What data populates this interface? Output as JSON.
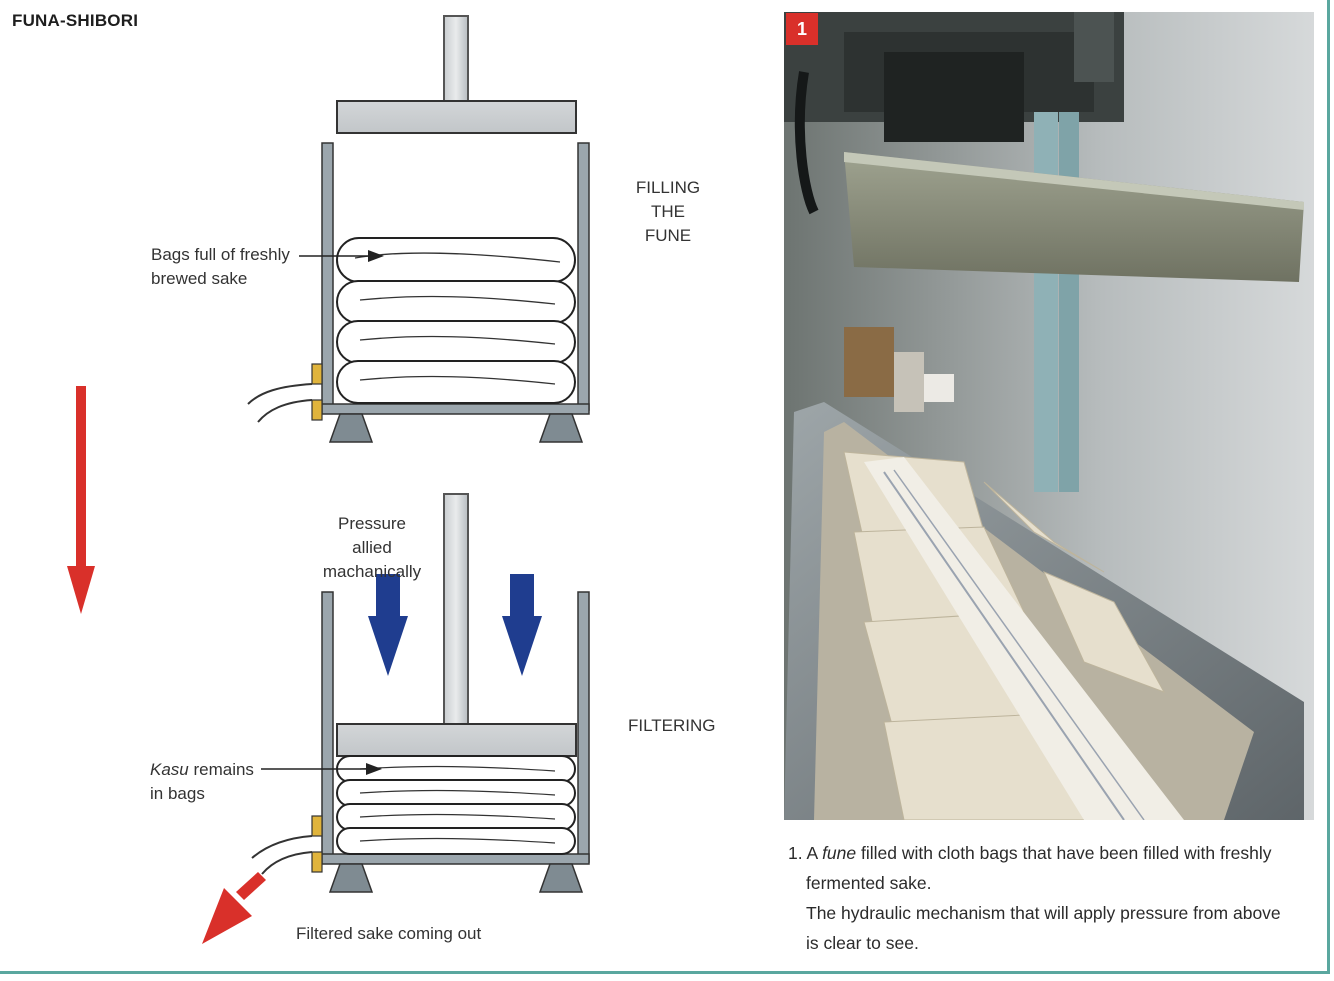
{
  "title": "FUNA-SHIBORI",
  "stages": {
    "filling": "FILLING\nTHE FUNE",
    "filtering": "FILTERING"
  },
  "labels": {
    "bags_full": "Bags full of freshly\nbrewed sake",
    "pressure": "Pressure allied\nmachanically",
    "kasu_word": "Kasu",
    "kasu_rest": " remains",
    "kasu_line2": "in bags",
    "filtered": "Filtered sake coming out"
  },
  "photo": {
    "badge": "1"
  },
  "caption": {
    "number": "1. A ",
    "fune": "fune",
    "line1_rest": " filled with cloth bags that have been filled with freshly",
    "line2": "fermented sake.",
    "line3": "The hydraulic mechanism that will apply pressure from above",
    "line4": "is clear to see."
  },
  "colors": {
    "accent_red": "#d9302a",
    "arrow_blue": "#1f3d8f",
    "frame_teal": "#5aa79f",
    "metal": "#8f9aa0"
  }
}
